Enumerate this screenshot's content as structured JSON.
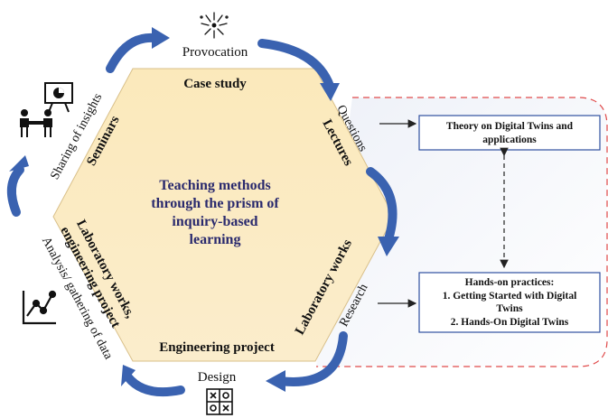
{
  "center": {
    "line1": "Teaching methods",
    "line2": "through the prism of",
    "line3": "inquiry-based",
    "line4": "learning"
  },
  "hexagon": {
    "top": "Case study",
    "bottom": "Engineering project",
    "upper_left": "Seminars",
    "upper_right": "Lectures",
    "lower_left_1": "Laboratory works,",
    "lower_left_2": "engineering project",
    "lower_right": "Laboratory works"
  },
  "cycle": {
    "provocation": "Provocation",
    "questions": "Questions",
    "research": "Research",
    "design": "Design",
    "analysis": "Analysis/ gathering of data",
    "sharing": "Sharing of insights"
  },
  "boxes": {
    "theory_1": "Theory on Digital Twins and",
    "theory_2": "applications",
    "hands_1": "Hands-on practices:",
    "hands_2": "1. Getting Started with Digital",
    "hands_3": "Twins",
    "hands_4": "2. Hands-On Digital Twins"
  },
  "colors": {
    "hexagon_fill": "#fbe9bb",
    "arrow_blue": "#3a62b0",
    "center_text": "#2a2a6e",
    "box_border": "#2f4f9f",
    "dash_red": "#e04a4a"
  },
  "icons": [
    "fireworks-icon",
    "presentation-icon",
    "line-chart-icon",
    "strategy-board-icon"
  ]
}
